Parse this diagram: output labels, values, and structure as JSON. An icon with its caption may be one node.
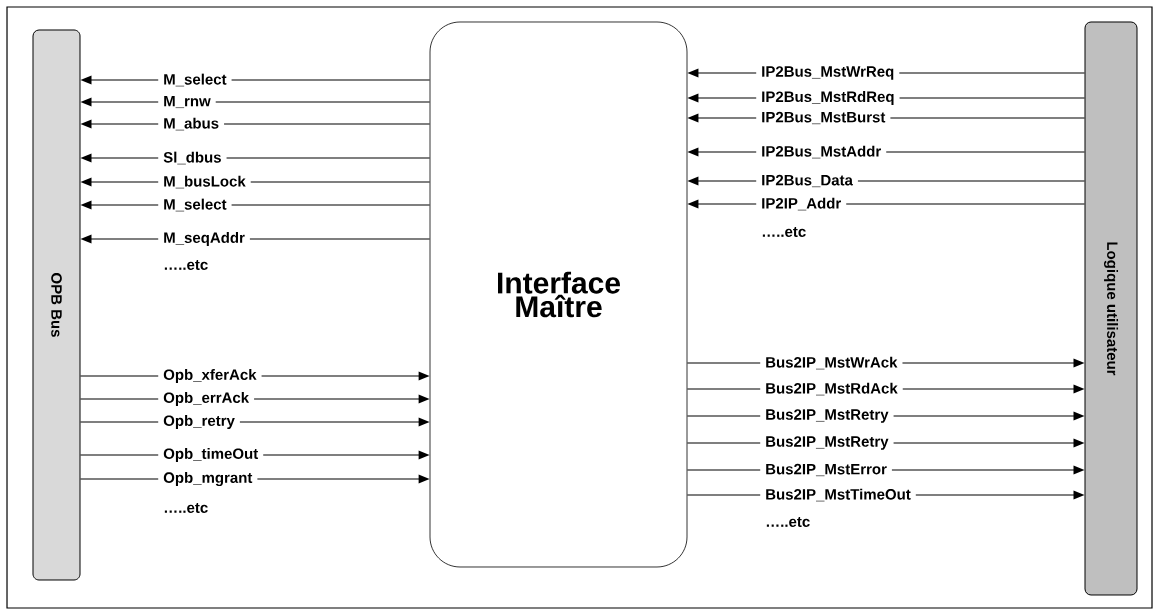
{
  "diagram": {
    "nodes": [
      {
        "text": [
          "OPB Bus"
        ]
      },
      {
        "text": [
          "Interface Maître"
        ]
      },
      {
        "text": [
          "Logique utilisateur"
        ]
      }
    ],
    "edges": [
      {
        "from": 1,
        "to": 0,
        "arrow": "to",
        "label": "M_select"
      },
      {
        "from": 1,
        "to": 0,
        "arrow": "to",
        "label": "M_rnw"
      },
      {
        "from": 1,
        "to": 0,
        "arrow": "to",
        "label": "M_abus"
      },
      {
        "from": 1,
        "to": 0,
        "arrow": "to",
        "label": "Sl_dbus"
      },
      {
        "from": 1,
        "to": 0,
        "arrow": "to",
        "label": "M_busLock"
      },
      {
        "from": 1,
        "to": 0,
        "arrow": "to",
        "label": "M_select"
      },
      {
        "from": 1,
        "to": 0,
        "arrow": "to",
        "label": "M_seqAddr"
      },
      {
        "from": 0,
        "to": 1,
        "arrow": "to",
        "label": "Opb_xferAck"
      },
      {
        "from": 0,
        "to": 1,
        "arrow": "to",
        "label": "Opb_errAck"
      },
      {
        "from": 0,
        "to": 1,
        "arrow": "to",
        "label": "Opb_retry"
      },
      {
        "from": 0,
        "to": 1,
        "arrow": "to",
        "label": "Opb_timeOut"
      },
      {
        "from": 0,
        "to": 1,
        "arrow": "to",
        "label": "Opb_mgrant"
      },
      {
        "from": 2,
        "to": 1,
        "arrow": "to",
        "label": "IP2Bus_MstWrReq"
      },
      {
        "from": 2,
        "to": 1,
        "arrow": "to",
        "label": "IP2Bus_MstRdReq"
      },
      {
        "from": 2,
        "to": 1,
        "arrow": "to",
        "label": "IP2Bus_MstBurst"
      },
      {
        "from": 2,
        "to": 1,
        "arrow": "to",
        "label": "IP2Bus_MstAddr"
      },
      {
        "from": 2,
        "to": 1,
        "arrow": "to",
        "label": "IP2Bus_Data"
      },
      {
        "from": 2,
        "to": 1,
        "arrow": "to",
        "label": "IP2IP_Addr"
      },
      {
        "from": 1,
        "to": 2,
        "arrow": "to",
        "label": "Bus2IP_MstWrAck"
      },
      {
        "from": 1,
        "to": 2,
        "arrow": "to",
        "label": "Bus2IP_MstRdAck"
      },
      {
        "from": 1,
        "to": 2,
        "arrow": "to",
        "label": "Bus2IP_MstRetry"
      },
      {
        "from": 1,
        "to": 2,
        "arrow": "to",
        "label": "Bus2IP_MstRetry"
      },
      {
        "from": 1,
        "to": 2,
        "arrow": "to",
        "label": "Bus2IP_MstError"
      },
      {
        "from": 1,
        "to": 2,
        "arrow": "to",
        "label": "Bus2IP_MstTimeOut"
      }
    ],
    "labels": [
      "…..etc",
      "…..etc",
      "…..etc",
      "…..etc"
    ]
  }
}
